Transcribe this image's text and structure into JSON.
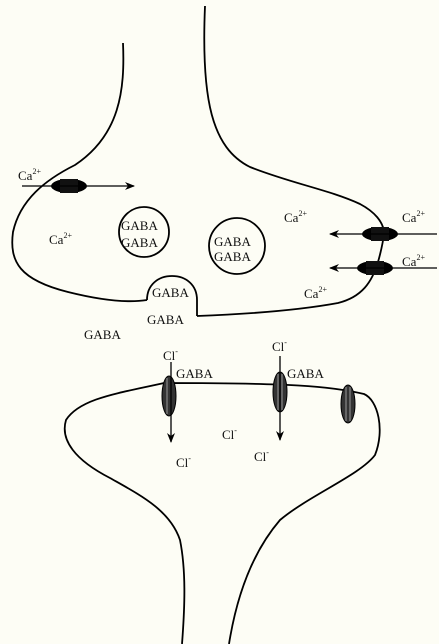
{
  "labels": {
    "ca_ion": "Ca",
    "ca_charge": "2+",
    "gaba": "GABA",
    "cl_ion": "Cl",
    "cl_charge": "-"
  }
}
